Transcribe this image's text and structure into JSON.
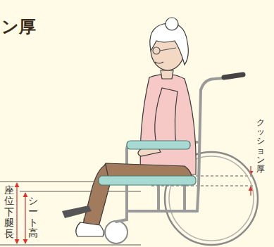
{
  "diagram": {
    "title": "ン厚",
    "labels": [
      "座位下腿長",
      "シート高",
      "クッション厚"
    ]
  }
}
